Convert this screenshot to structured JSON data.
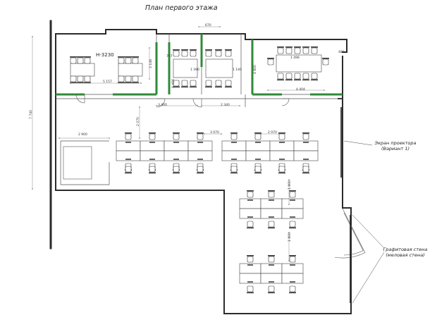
{
  "title": "План первого этажа",
  "room_label": "Н-3230",
  "notes": {
    "projector": [
      "Экран проектора",
      "(Вариант 1)"
    ],
    "graphite": [
      "Графитовая стена",
      "(меловая стена)"
    ]
  },
  "dimensions": {
    "d_top_small": "670",
    "d_room1_w": "5 157",
    "d_room1_h": "3 148",
    "d_c1": "797",
    "d_c2": "1 390",
    "d_c3": "1 140",
    "d_c4": "1 456",
    "d_c5": "1 496",
    "d_c6": "4 404",
    "d_c7": "4 600",
    "d_c8": "480",
    "d_mid1": "3 400",
    "d_mid2": "2 340",
    "d_mid3": "2 070",
    "d_left_w": "2 900",
    "d_row1": "3 070",
    "d_row2": "2 070",
    "d_left_h": "7 740",
    "d_vert1": "1 800",
    "d_vert2": "1 800"
  },
  "colors": {
    "wall": "#2b2b2b",
    "green_partition": "#2f8a3a",
    "line": "#555555",
    "dim_line": "#8a8a8a"
  }
}
